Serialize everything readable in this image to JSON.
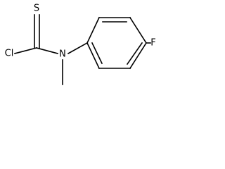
{
  "structure": {
    "atoms": {
      "sulfur": "S",
      "chlorine": "Cl",
      "nitrogen": "N",
      "fluorine": "F"
    },
    "colors": {
      "bond": "#000000",
      "label": "#000000",
      "background": "#ffffff"
    }
  }
}
